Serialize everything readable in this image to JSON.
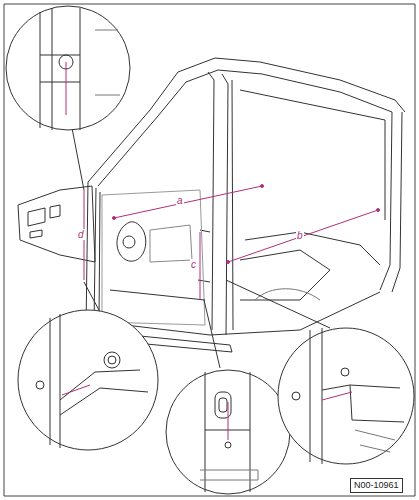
{
  "diagram": {
    "labels": [
      "a",
      "b",
      "c",
      "d",
      "N00-10961"
    ]
  }
}
